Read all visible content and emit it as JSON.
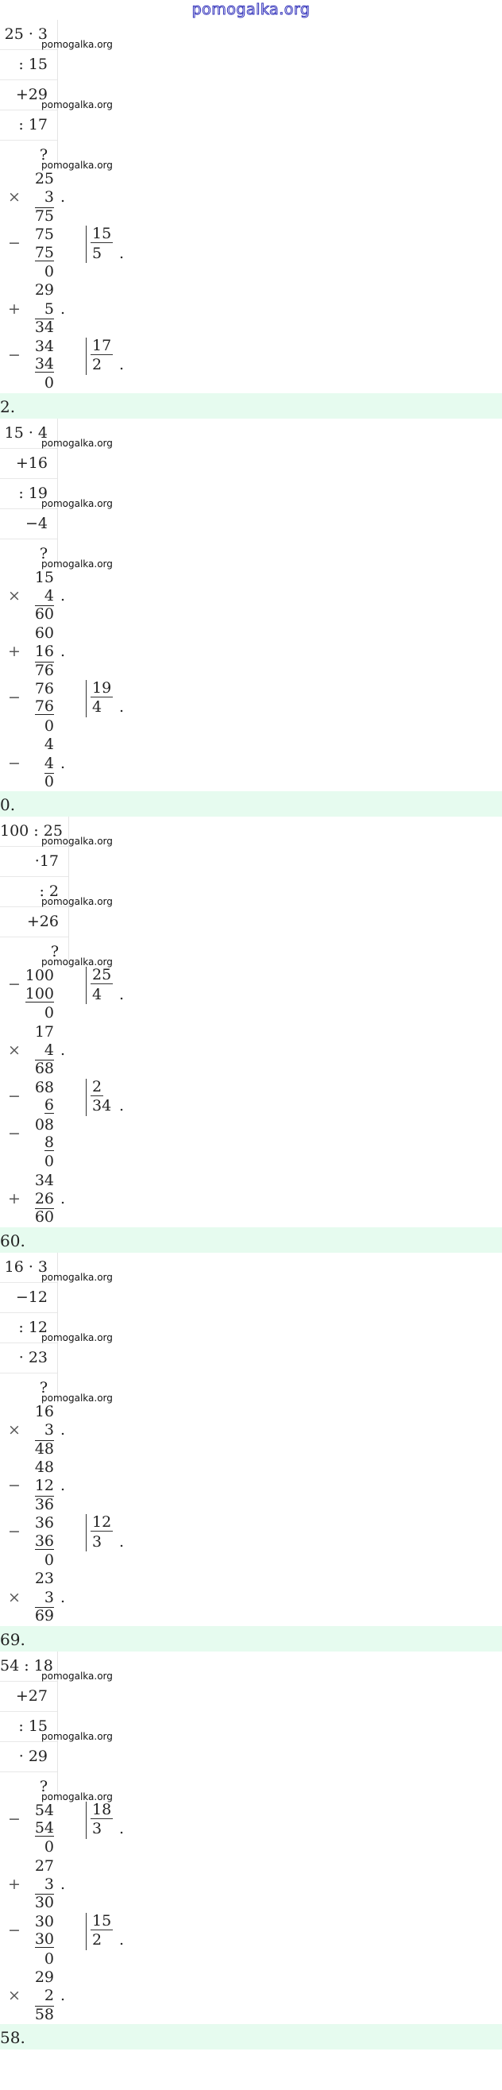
{
  "header": {
    "logo": "pomogalka.org"
  },
  "watermark": "pomogalka.org",
  "problems": [
    {
      "chain": [
        "25 · 3",
        ": 15",
        "+29",
        ": 17",
        "?"
      ],
      "steps": [
        {
          "type": "col",
          "op": "×",
          "top": "25",
          "bottom": "3",
          "result": "75"
        },
        {
          "type": "div",
          "rows": [
            {
              "t": "75"
            },
            {
              "t": "75",
              "u": true
            },
            {
              "t": "0"
            }
          ],
          "ops": [
            {
              "row": 0,
              "sign": "−"
            }
          ],
          "divisor": "15",
          "quotient": "5"
        },
        {
          "type": "col",
          "op": "+",
          "top": "29",
          "bottom": "5",
          "result": "34"
        },
        {
          "type": "div",
          "rows": [
            {
              "t": "34"
            },
            {
              "t": "34",
              "u": true
            },
            {
              "t": "0"
            }
          ],
          "ops": [
            {
              "row": 0,
              "sign": "−"
            }
          ],
          "divisor": "17",
          "quotient": "2"
        }
      ],
      "answer": "2."
    },
    {
      "chain": [
        "15 · 4",
        "+16",
        ": 19",
        "−4",
        "?"
      ],
      "steps": [
        {
          "type": "col",
          "op": "×",
          "top": "15",
          "bottom": "4",
          "result": "60"
        },
        {
          "type": "col",
          "op": "+",
          "top": "60",
          "bottom": "16",
          "result": "76"
        },
        {
          "type": "div",
          "rows": [
            {
              "t": "76"
            },
            {
              "t": "76",
              "u": true
            },
            {
              "t": "0"
            }
          ],
          "ops": [
            {
              "row": 0,
              "sign": "−"
            }
          ],
          "divisor": "19",
          "quotient": "4"
        },
        {
          "type": "col",
          "op": "−",
          "top": "4",
          "bottom": "4",
          "result": "0"
        }
      ],
      "answer": "0."
    },
    {
      "chain": [
        "100 : 25",
        "·17",
        ": 2",
        "+26",
        "?"
      ],
      "wide": true,
      "steps": [
        {
          "type": "div",
          "rows": [
            {
              "t": "100"
            },
            {
              "t": "100",
              "u": true
            },
            {
              "t": "0"
            }
          ],
          "ops": [
            {
              "row": 0,
              "sign": "−"
            }
          ],
          "divisor": "25",
          "quotient": "4"
        },
        {
          "type": "col",
          "op": "×",
          "top": "17",
          "bottom": "4",
          "result": "68"
        },
        {
          "type": "div",
          "rows": [
            {
              "t": "68"
            },
            {
              "t": "6",
              "u": true
            },
            {
              "t": "08"
            },
            {
              "t": "8",
              "u": true
            },
            {
              "t": "0"
            }
          ],
          "ops": [
            {
              "row": 0,
              "sign": "−"
            },
            {
              "row": 2,
              "sign": "−"
            }
          ],
          "divisor": "2",
          "quotient": "34"
        },
        {
          "type": "col",
          "op": "+",
          "top": "34",
          "bottom": "26",
          "result": "60"
        }
      ],
      "answer": "60."
    },
    {
      "chain": [
        "16 · 3",
        "−12",
        ": 12",
        "· 23",
        "?"
      ],
      "steps": [
        {
          "type": "col",
          "op": "×",
          "top": "16",
          "bottom": "3",
          "result": "48"
        },
        {
          "type": "col",
          "op": "−",
          "top": "48",
          "bottom": "12",
          "result": "36"
        },
        {
          "type": "div",
          "rows": [
            {
              "t": "36"
            },
            {
              "t": "36",
              "u": true
            },
            {
              "t": "0"
            }
          ],
          "ops": [
            {
              "row": 0,
              "sign": "−"
            }
          ],
          "divisor": "12",
          "quotient": "3"
        },
        {
          "type": "col",
          "op": "×",
          "top": "23",
          "bottom": "3",
          "result": "69"
        }
      ],
      "answer": "69."
    },
    {
      "chain": [
        "54 : 18",
        "+27",
        ": 15",
        "· 29",
        "?"
      ],
      "steps": [
        {
          "type": "div",
          "rows": [
            {
              "t": "54"
            },
            {
              "t": "54",
              "u": true
            },
            {
              "t": "0"
            }
          ],
          "ops": [
            {
              "row": 0,
              "sign": "−"
            }
          ],
          "divisor": "18",
          "quotient": "3"
        },
        {
          "type": "col",
          "op": "+",
          "top": "27",
          "bottom": "3",
          "result": "30"
        },
        {
          "type": "div",
          "rows": [
            {
              "t": "30"
            },
            {
              "t": "30",
              "u": true
            },
            {
              "t": "0"
            }
          ],
          "ops": [
            {
              "row": 0,
              "sign": "−"
            }
          ],
          "divisor": "15",
          "quotient": "2"
        },
        {
          "type": "col",
          "op": "×",
          "top": "29",
          "bottom": "2",
          "result": "58"
        }
      ],
      "answer": "58."
    }
  ],
  "step_dot": "."
}
